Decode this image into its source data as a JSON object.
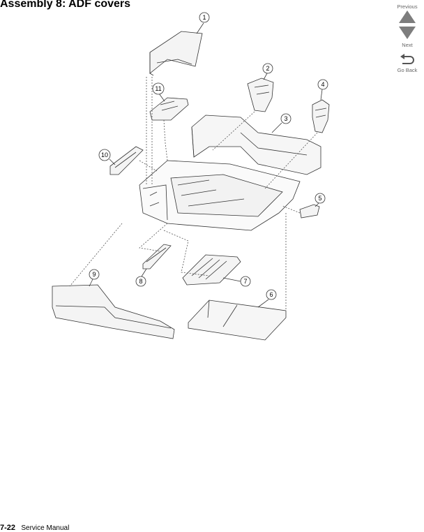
{
  "title": "Assembly 8:  ADF covers",
  "nav": {
    "previous": "Previous",
    "next": "Next",
    "go_back": "Go Back"
  },
  "callouts": [
    "1",
    "2",
    "3",
    "4",
    "5",
    "6",
    "7",
    "8",
    "9",
    "10",
    "11"
  ],
  "footer": {
    "page": "7-22",
    "label": "Service Manual"
  },
  "colors": {
    "nav_gray": "#8a8a8a",
    "line": "#333333"
  }
}
